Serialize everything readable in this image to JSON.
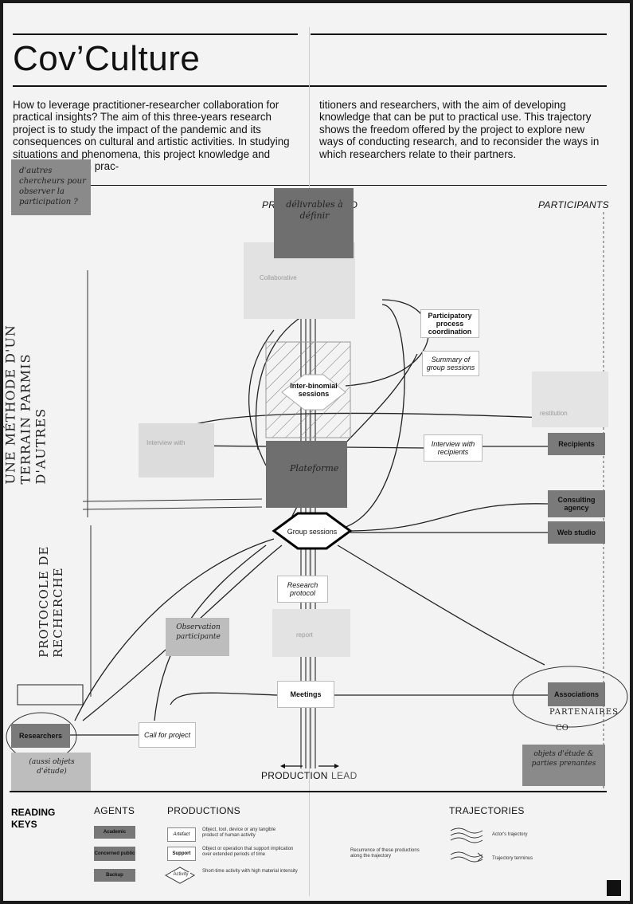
{
  "title": "Cov’Culture",
  "intro_left": "How to leverage practitioner-researcher collaboration for practical insights? The aim of this three-years research project is to study the impact of the pandemic and its consequences on cultural and artistic activities. In studying situations and phenomena, this project knowledge and expertise of both prac-",
  "intro_right": "titioners and researchers, with the aim of developing knowledge that can be put to practical use. This trajectory shows the freedom offered by the project to explore new ways of conducting research, and to reconsider the ways in which researchers relate to their partners.",
  "axis": {
    "top_left": "PRO",
    "top_right": "AD",
    "participants": "PARTICIPANTS",
    "bottom_production": "PRODUCTION",
    "bottom_lead": "LEAD"
  },
  "notes": {
    "chercheurs": "d'autres chercheurs pour observer la participation ?",
    "livrables": "délivrables à définir",
    "plateforme": "Plateforme",
    "observation": "Observation participante",
    "objets_recherche": "(aussi objets d'étude)",
    "objets_partenaires": "objets d'étude & parties prenantes",
    "partenaires": "PARTENAIRES",
    "partenaires_sub": "CO",
    "side_top": "UNE MÉTHODE D'UN TERRAIN PARMIS D'AUTRES",
    "side_bottom": "PROTOCOLE DE RECHERCHE"
  },
  "faded": {
    "collaborative": "Collaborative",
    "interview_inst": "Interview with",
    "restitution": "restitution",
    "report": "report"
  },
  "productions": {
    "participatory": "Participatory process coordination",
    "summary": "Summary of group sessions",
    "interbinomial": "Inter-binomial sessions",
    "interview_recipients": "Interview with recipients",
    "group_sessions": "Group sessions",
    "research_protocol": "Research protocol",
    "meetings": "Meetings",
    "call_for_project": "Call for project"
  },
  "agents": {
    "recipients": "Recipients",
    "consulting": "Consulting agency",
    "web_studio": "Web studio",
    "associations": "Associations",
    "researchers": "Researchers"
  },
  "keys": {
    "heading": "READING KEYS",
    "agents_heading": "AGENTS",
    "productions_heading": "PRODUCTIONS",
    "trajectories_heading": "TRAJECTORIES",
    "agent_academic": "Academic",
    "agent_public": "Concerned public",
    "agent_backup": "Backup",
    "artefact": "Artefact",
    "artefact_desc": "Object, tool, device or any tangible product of human activity",
    "support": "Support",
    "support_desc": "Object or operation that support implication over extended periods of time",
    "activity": "Activity",
    "activity_desc": "Short-time activity with high material intensity",
    "recurrence": "Recurrence of these productions along the trajectory",
    "actor_trajectory": "Actor's trajectory",
    "terminus": "Trajectory terminus"
  },
  "colors": {
    "paper": "#f3f3f3",
    "ink": "#111111",
    "agent": "#7a7a7a",
    "sticky_dark": "#6f6f6f",
    "sticky_light": "#bdbdbd"
  }
}
